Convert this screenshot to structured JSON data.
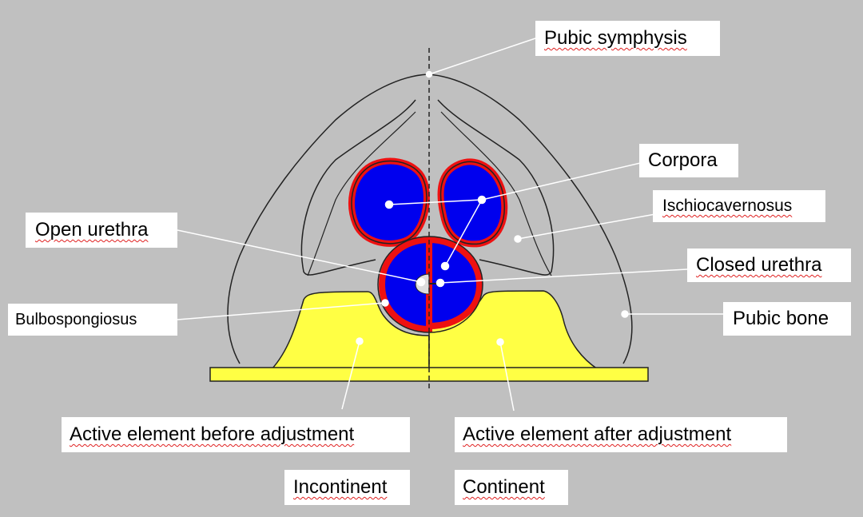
{
  "labels": {
    "pubic_symphysis": "Pubic symphysis",
    "corpora": "Corpora",
    "ischiocavernosus": "Ischiocavernosus",
    "open_urethra": "Open urethra",
    "closed_urethra": "Closed urethra",
    "bulbospongiosus": "Bulbospongiosus",
    "pubic_bone": "Pubic bone",
    "active_before": "Active element before adjustment",
    "active_after": "Active element after adjustment",
    "incontinent": "Incontinent",
    "continent": "Continent"
  },
  "colors": {
    "background": "#c0c0c0",
    "corpora_fill": "#0000ee",
    "muscle_ring": "#ee1111",
    "active_element": "#ffff44",
    "outline": "#222222",
    "leader_line": "#ffffff",
    "label_box": "#ffffff"
  }
}
